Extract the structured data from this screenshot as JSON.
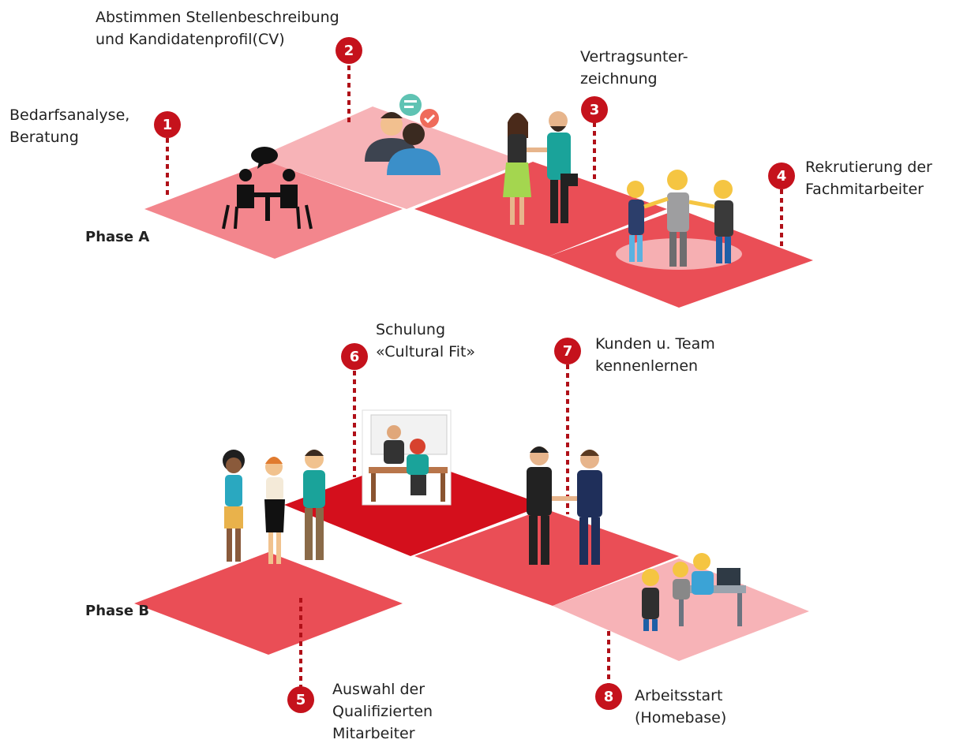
{
  "phases": {
    "a": "Phase A",
    "b": "Phase B"
  },
  "steps": [
    {
      "num": "1",
      "lines": [
        "Bedarfsanalyse,",
        "Beratung"
      ]
    },
    {
      "num": "2",
      "lines": [
        "Abstimmen Stellenbeschreibung",
        "und Kandidatenprofil(CV)"
      ]
    },
    {
      "num": "3",
      "lines": [
        "Vertragsunter-",
        "zeichnung"
      ]
    },
    {
      "num": "4",
      "lines": [
        "Rekrutierung der",
        "Fachmitarbeiter"
      ]
    },
    {
      "num": "5",
      "lines": [
        "Auswahl der",
        "Qualifizierten",
        "Mitarbeiter"
      ]
    },
    {
      "num": "6",
      "lines": [
        "Schulung",
        "«Cultural Fit»"
      ]
    },
    {
      "num": "7",
      "lines": [
        "Kunden u. Team",
        "kennenlernen"
      ]
    },
    {
      "num": "8",
      "lines": [
        "Arbeitsstart",
        "(Homebase)"
      ]
    }
  ],
  "colors": {
    "tile_light": "#f7b3b7",
    "tile_mid": "#f3868d",
    "tile_red": "#ea4e56",
    "tile_dark": "#d40f1c",
    "badge": "#c5121c",
    "dash": "#b01018"
  }
}
